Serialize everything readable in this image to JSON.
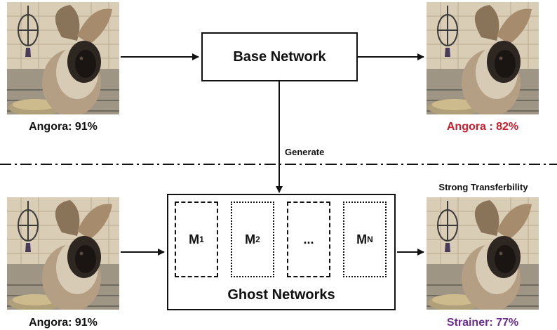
{
  "top": {
    "input_caption": "Angora: 91%",
    "base_network_label": "Base Network",
    "output_caption": "Angora : 82%",
    "output_caption_color": "#d01c2a"
  },
  "generate_label": "Generate",
  "bottom": {
    "input_caption": "Angora: 91%",
    "ghost_networks_label": "Ghost Networks",
    "models": [
      {
        "main": "M",
        "sub": "1"
      },
      {
        "main": "M",
        "sub": "2"
      },
      {
        "main": "...",
        "sub": ""
      },
      {
        "main": "M",
        "sub": "N"
      }
    ],
    "transfer_label": "Strong Transferbility",
    "output_caption": "Strainer: 77%",
    "output_caption_color": "#6b2d8e"
  }
}
